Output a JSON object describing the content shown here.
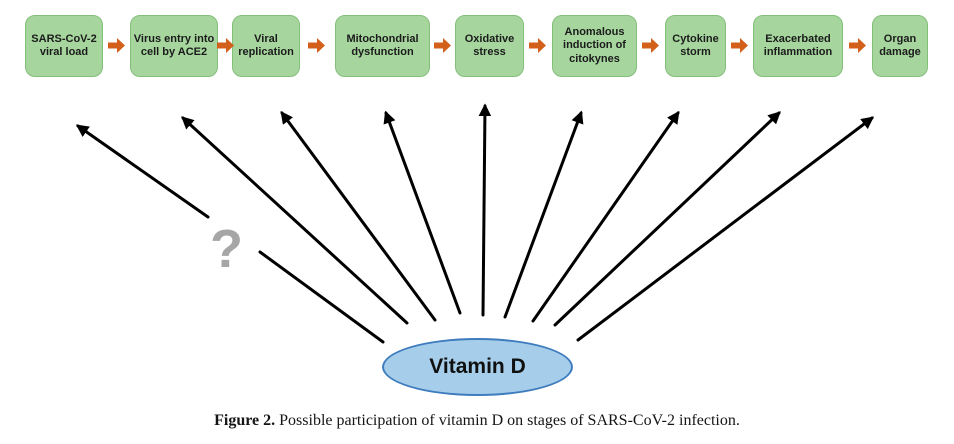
{
  "figure": {
    "stages": [
      {
        "label": "SARS-CoV-2 viral load"
      },
      {
        "label": "Virus entry into cell by ACE2"
      },
      {
        "label": "Viral replication"
      },
      {
        "label": "Mitochondrial dysfunction"
      },
      {
        "label": "Oxidative stress"
      },
      {
        "label": "Anomalous induction of citokynes"
      },
      {
        "label": "Cytokine storm"
      },
      {
        "label": "Exacerbated inflammation"
      },
      {
        "label": "Organ damage"
      }
    ],
    "hub": {
      "label": "Vitamin D"
    },
    "question_mark": "?",
    "caption": {
      "label": "Figure 2.",
      "text": " Possible participation of vitamin D on stages of SARS-CoV-2 infection."
    },
    "colors": {
      "stage_fill": "#A6D69E",
      "stage_border": "#82BF79",
      "flow_arrow": "#D2601B",
      "hub_fill": "#A6CEEB",
      "hub_border": "#3E7CBE",
      "connector": "#000000",
      "question": "#A6A6A6"
    }
  }
}
